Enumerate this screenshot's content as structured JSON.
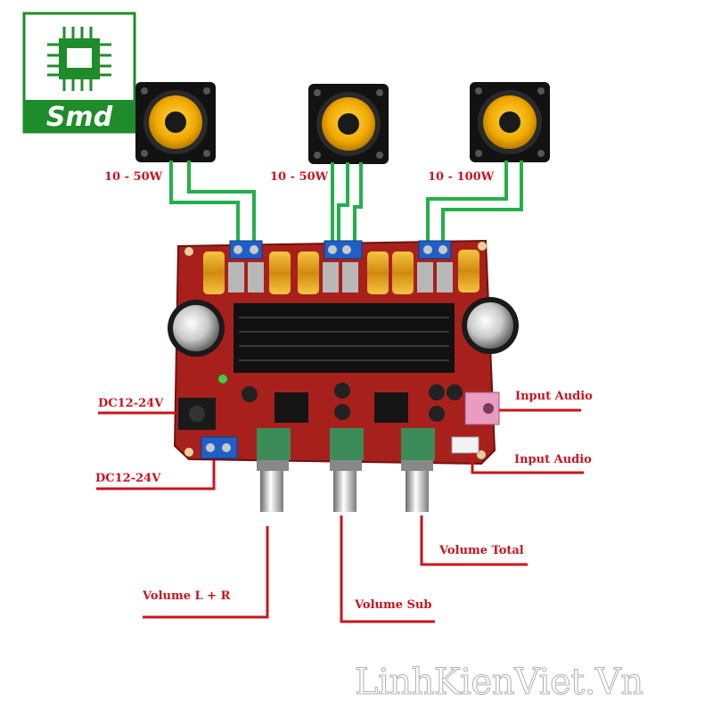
{
  "logo": {
    "text": "Smd",
    "brand_color": "#1e8c2a"
  },
  "speakers": [
    {
      "power_label": "10 - 50W"
    },
    {
      "power_label": "10 - 50W"
    },
    {
      "power_label": "10 - 100W"
    }
  ],
  "labels": {
    "dc_jack": "DC12-24V",
    "dc_terminal": "DC12-24V",
    "input_audio_jack": "Input Audio",
    "input_audio_header": "Input Audio",
    "volume_lr": "Volume L + R",
    "volume_sub": "Volume Sub",
    "volume_total": "Volume Total"
  },
  "watermark": "LinhKienViet.Vn",
  "colors": {
    "label_red": "#c8141e",
    "wire_green": "#22b04a",
    "pcb_red": "#a8201c",
    "speaker_yellow": "#f2b400"
  }
}
